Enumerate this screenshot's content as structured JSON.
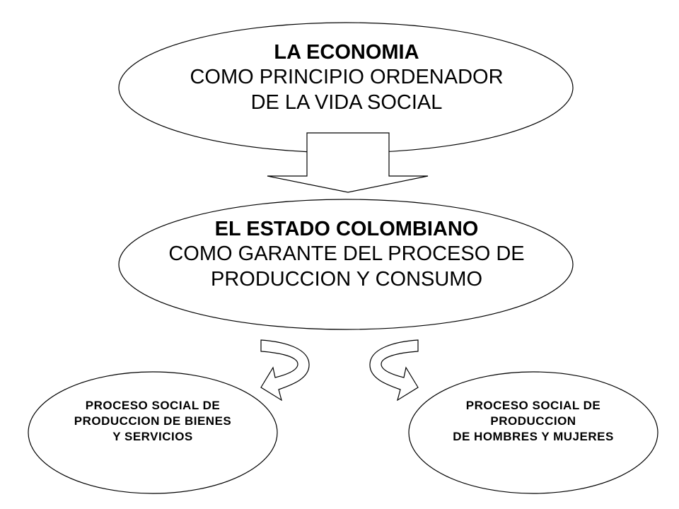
{
  "nodes": {
    "top": {
      "title": "LA ECONOMIA",
      "line1": "COMO PRINCIPIO ORDENADOR",
      "line2": "DE LA VIDA SOCIAL"
    },
    "middle": {
      "title": "EL ESTADO COLOMBIANO",
      "line1": "COMO GARANTE DEL PROCESO DE",
      "line2": "PRODUCCION Y CONSUMO"
    },
    "left": {
      "line1": "PROCESO SOCIAL DE",
      "line2": "PRODUCCION DE BIENES",
      "line3": "Y SERVICIOS"
    },
    "right": {
      "line1": "PROCESO SOCIAL DE",
      "line2": "PRODUCCION",
      "line3": "DE HOMBRES Y MUJERES"
    }
  },
  "colors": {
    "stroke": "#000000",
    "fill": "#ffffff"
  }
}
